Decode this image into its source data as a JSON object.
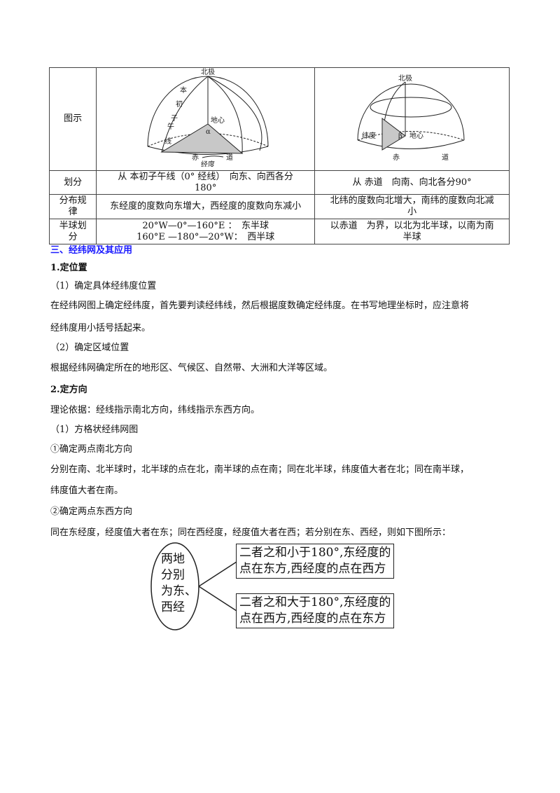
{
  "table": {
    "rows": [
      {
        "head": "图示",
        "left_fig": {
          "north_pole": "北极",
          "meridian_chars": [
            "本",
            "初",
            "子",
            "午",
            "线"
          ],
          "center": "地心",
          "angle": "α",
          "equator_left": "赤",
          "equator_right": "道",
          "measure": "经度"
        },
        "right_fig": {
          "north_pole": "北极",
          "center": "地心",
          "angle": "β",
          "measure": "纬度",
          "equator_left": "赤",
          "equator_right": "道"
        }
      },
      {
        "head": "划分",
        "left": [
          "从 本初子午线（0° 经线）　向东、向西各分",
          "180°"
        ],
        "right": "从 赤道　向南、向北各分90°"
      },
      {
        "head": [
          "分布规",
          "律"
        ],
        "left": "东经度的度数向东增大，西经度的度数向东减小",
        "right": [
          "北纬的度数向北增大，南纬的度数向北减",
          "小"
        ]
      },
      {
        "head": [
          "半球划",
          "分"
        ],
        "left": [
          "20°W—0°—160°E ：　东半球",
          "160°E —180°—20°W：　西半球"
        ],
        "right": [
          "以赤道　为界，以北为北半球，以南为南",
          "半球"
        ]
      }
    ]
  },
  "section_title": "三、经纬网及其应用",
  "s1": {
    "title": "1.定位置",
    "sub1": "（1）确定具体经纬度位置",
    "p1a": "在经纬网图上确定经纬度，首先要判读经纬线，然后根据度数确定经纬度。在书写地理坐标时，应注意将",
    "p1b": "经纬度用小括号括起来。",
    "sub2": "（2）确定区域位置",
    "p2": "根据经纬网确定所在的地形区、气候区、自然带、大洲和大洋等区域。"
  },
  "s2": {
    "title": "2.定方向",
    "basis": "理论依据：经线指示南北方向，纬线指示东西方向。",
    "sub1": "（1）方格状经纬网图",
    "c1": "①确定两点南北方向",
    "p1a": "分别在南、北半球时，北半球的点在北，南半球的点在南；同在北半球，纬度值大者在北；同在南半球，",
    "p1b": "纬度值大者在南。",
    "c2": "②确定两点东西方向",
    "p2": "同在东经度，经度值大者在东；同在西经度，经度值大者在西；若分别在东、西经，则如下图所示："
  },
  "diagram": {
    "oval": [
      "两地",
      "分别",
      "为东、",
      "西经"
    ],
    "box1": [
      "二者之和小于180°,东经度的",
      "点在东方,西经度的点在西方"
    ],
    "box2": [
      "二者之和大于180°,东经度的",
      "点在西方,西经度的点在东方"
    ]
  }
}
